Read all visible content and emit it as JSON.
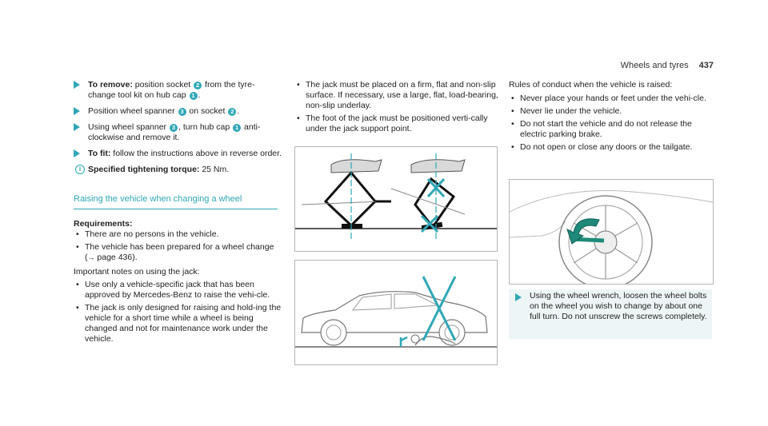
{
  "header": {
    "section": "Wheels and tyres",
    "page": "437"
  },
  "col1": {
    "step1": {
      "label": "To remove:",
      "t1": " position socket ",
      "n1": "2",
      "t2": " from the tyre-change tool kit on hub cap ",
      "n2": "1",
      "t3": "."
    },
    "step2": {
      "t1": "Position wheel spanner ",
      "n1": "3",
      "t2": " on socket ",
      "n2": "2",
      "t3": "."
    },
    "step3": {
      "t1": "Using wheel spanner ",
      "n1": "3",
      "t2": ", turn hub cap ",
      "n2": "1",
      "t3": " anti-clockwise and remove it."
    },
    "step4": {
      "label": "To fit:",
      "text": " follow the instructions above in reverse order."
    },
    "note": {
      "label": "Specified tightening torque:",
      "value": " 25 Nm."
    },
    "section_title": "Raising the vehicle when changing a wheel",
    "requirements_label": "Requirements:",
    "requirements": [
      "There are no persons in the vehicle.",
      "The vehicle has been prepared for a wheel change (→ page 436)."
    ],
    "important": "Important notes on using the jack:",
    "jack_notes": [
      "Use only a vehicle-specific jack that has been approved by Mercedes-Benz to raise the vehi-cle.",
      "The jack is only designed for raising and hold-ing the vehicle for a short time while a wheel is being changed and not for maintenance work under the vehicle."
    ]
  },
  "col2": {
    "bullets": [
      "The jack must be placed on a firm, flat and non-slip surface. If necessary, use a large, flat, load-bearing, non-slip underlay.",
      "The foot of the jack must be positioned verti-cally under the jack support point."
    ]
  },
  "col3": {
    "rules_title": "Rules of conduct when the vehicle is raised:",
    "rules": [
      "Never place your hands or feet under the vehi-cle.",
      "Never lie under the vehicle.",
      "Do not start the vehicle and do not release the electric parking brake.",
      "Do not open or close any doors or the tailgate."
    ],
    "step": "Using the wheel wrench, loosen the wheel bolts on the wheel you wish to change by about one full turn. Do not unscrew the screws completely."
  },
  "colors": {
    "accent": "#2fa7b6",
    "icon_green": "#1f8a7a"
  },
  "icons": [
    "step-arrow-icon",
    "info-icon",
    "number-circle-icon",
    "prohibited-cross-icon",
    "rotation-arrow-icon"
  ]
}
